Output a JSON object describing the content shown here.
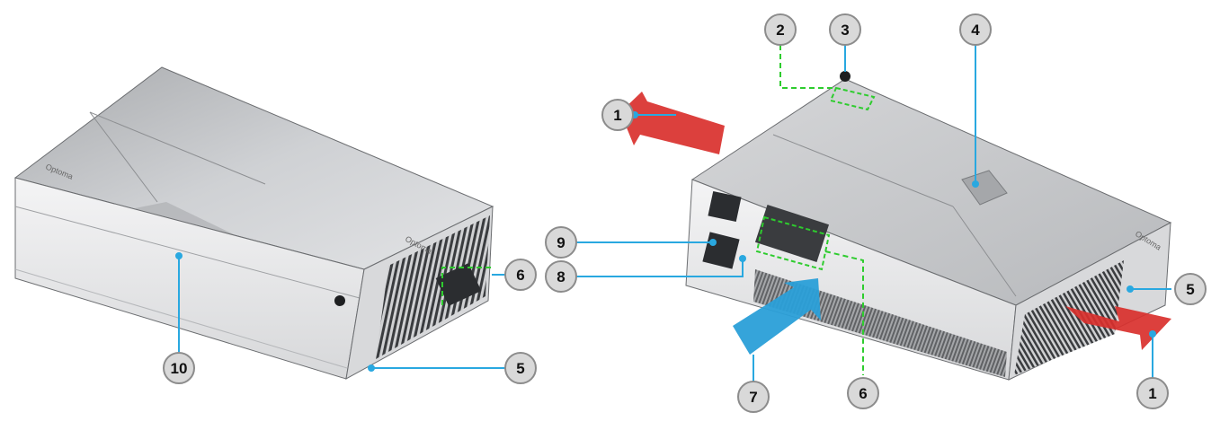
{
  "colors": {
    "background": "#ffffff",
    "body_top": "#cfd1d4",
    "body_top_shade": "#b4b6b9",
    "body_front": "#ececed",
    "body_side": "#d8d9db",
    "edge": "#6b6d70",
    "vent": "#3a3c3f",
    "leader_line": "#29a8e0",
    "leader_dashed": "#2ecc2e",
    "callout_fill": "#d9d9d9",
    "callout_stroke": "#8c8c8c",
    "arrow_red": "#d9302c",
    "arrow_blue": "#2a9fd8"
  },
  "brand": "Optoma",
  "left_view": {
    "callouts": [
      {
        "id": "callout-6-left",
        "label": "6"
      },
      {
        "id": "callout-5-left",
        "label": "5"
      },
      {
        "id": "callout-10",
        "label": "10"
      }
    ]
  },
  "right_view": {
    "callouts": [
      {
        "id": "callout-1-top",
        "label": "1"
      },
      {
        "id": "callout-2",
        "label": "2"
      },
      {
        "id": "callout-3",
        "label": "3"
      },
      {
        "id": "callout-4",
        "label": "4"
      },
      {
        "id": "callout-5-right",
        "label": "5"
      },
      {
        "id": "callout-9",
        "label": "9"
      },
      {
        "id": "callout-8",
        "label": "8"
      },
      {
        "id": "callout-7",
        "label": "7"
      },
      {
        "id": "callout-6-right",
        "label": "6"
      },
      {
        "id": "callout-1-bottom",
        "label": "1"
      }
    ]
  },
  "airflow": {
    "exhaust_arrows": [
      "exhaust-arrow-top",
      "exhaust-arrow-right"
    ],
    "intake_arrow": "intake-arrow"
  }
}
